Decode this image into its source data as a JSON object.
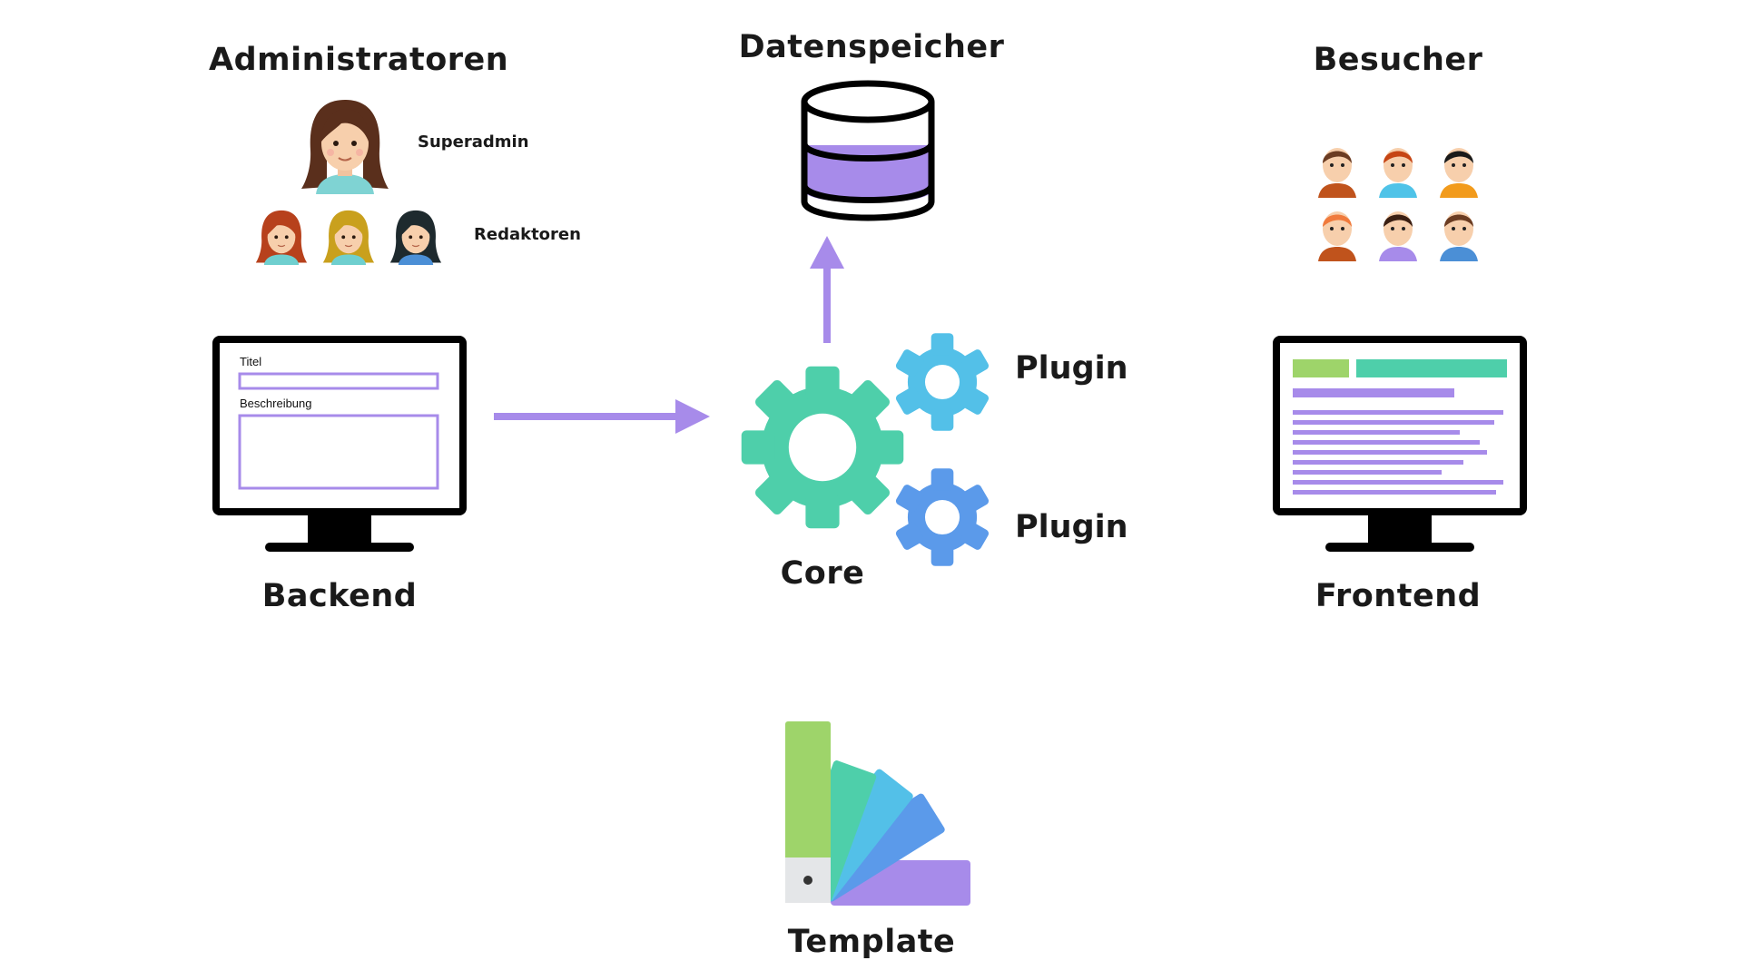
{
  "admins": {
    "title": "Administratoren",
    "superadmin_label": "Superadmin",
    "editors_label": "Redaktoren"
  },
  "storage": {
    "title": "Datenspeicher"
  },
  "visitors": {
    "title": "Besucher"
  },
  "backend": {
    "label": "Backend",
    "form_title_label": "Titel",
    "form_description_label": "Beschreibung"
  },
  "core": {
    "label": "Core"
  },
  "plugins": [
    {
      "label": "Plugin"
    },
    {
      "label": "Plugin"
    }
  ],
  "frontend": {
    "label": "Frontend"
  },
  "template": {
    "label": "Template"
  },
  "colors": {
    "purple": "#a78bea",
    "teal": "#4ecfaa",
    "light_blue": "#53c0e8",
    "blue": "#5b9aea",
    "green": "#9ed46a",
    "black": "#000000"
  },
  "icons": {
    "database": "database-icon",
    "gear": "gear-icon",
    "monitor": "monitor-icon",
    "palette": "color-swatch-icon",
    "person": "avatar-icon"
  }
}
